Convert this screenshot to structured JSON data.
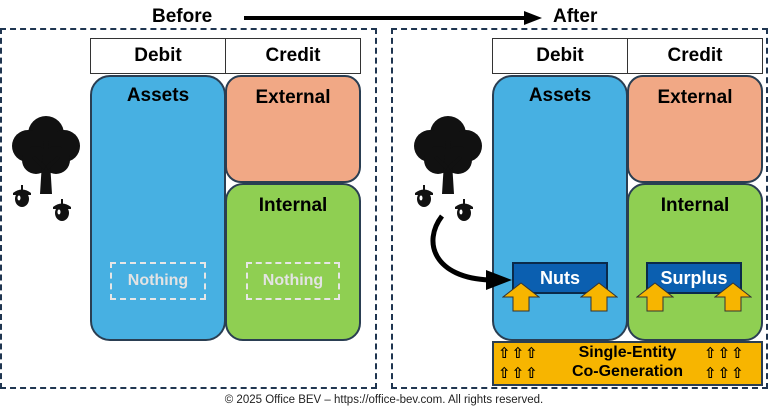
{
  "header": {
    "before": "Before",
    "after": "After"
  },
  "columns": {
    "debit": "Debit",
    "credit": "Credit"
  },
  "blocks": {
    "assets": "Assets",
    "external": "External",
    "internal": "Internal",
    "nothing": "Nothing",
    "nuts": "Nuts",
    "surplus": "Surplus"
  },
  "cogeneration": {
    "line1": "Single-Entity",
    "line2": "Co-Generation",
    "arrows": "⇧⇧⇧"
  },
  "icons": [
    "tree-icon",
    "acorn-icon",
    "up-arrow-icon",
    "curved-arrow-icon"
  ],
  "colors": {
    "assets": "#47b0e2",
    "external": "#f1a885",
    "internal": "#8fcf52",
    "tag": "#0b5fb0",
    "cogeneration": "#f7b500",
    "panel_border": "#1f3550"
  },
  "footer": "© 2025 Office BEV – https://office-bev.com. All rights reserved."
}
